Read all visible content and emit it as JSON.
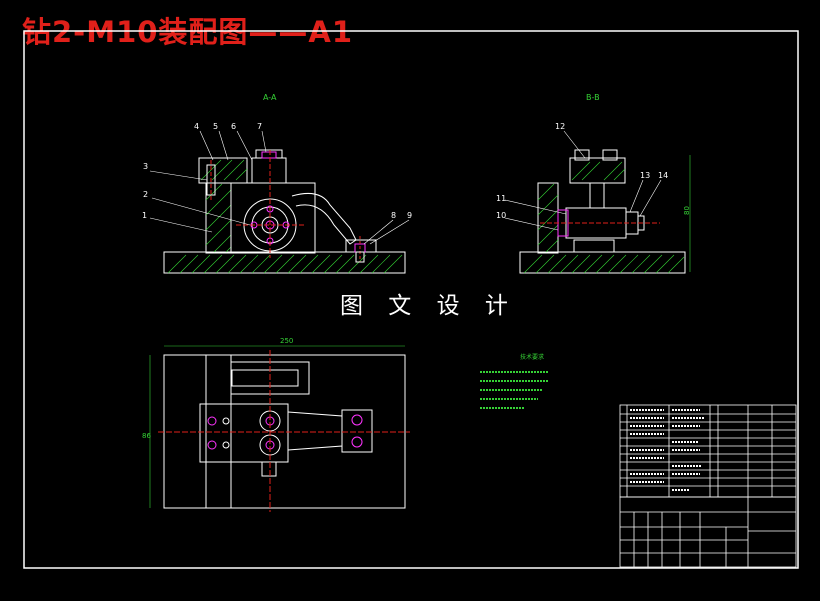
{
  "drawing": {
    "title": "钻2-M10装配图——A1",
    "watermark": "图 文 设 计",
    "section_views": {
      "aa": "A-A",
      "bb": "B-B"
    },
    "part_balloons_aa": [
      "1",
      "2",
      "3",
      "4",
      "5",
      "6",
      "7",
      "8",
      "9"
    ],
    "part_balloons_bb": [
      "10",
      "11",
      "12",
      "13",
      "14"
    ],
    "dimensions": {
      "overall_length": "250",
      "height_bb": "80",
      "plan_width": "86"
    },
    "tech_req_heading": "技术要求"
  },
  "colors": {
    "background": "#000000",
    "outline": "#ffffff",
    "hatch": "#35d235",
    "centerline": "#e0201a",
    "highlight": "#ff33ff",
    "title": "#e0201a"
  }
}
